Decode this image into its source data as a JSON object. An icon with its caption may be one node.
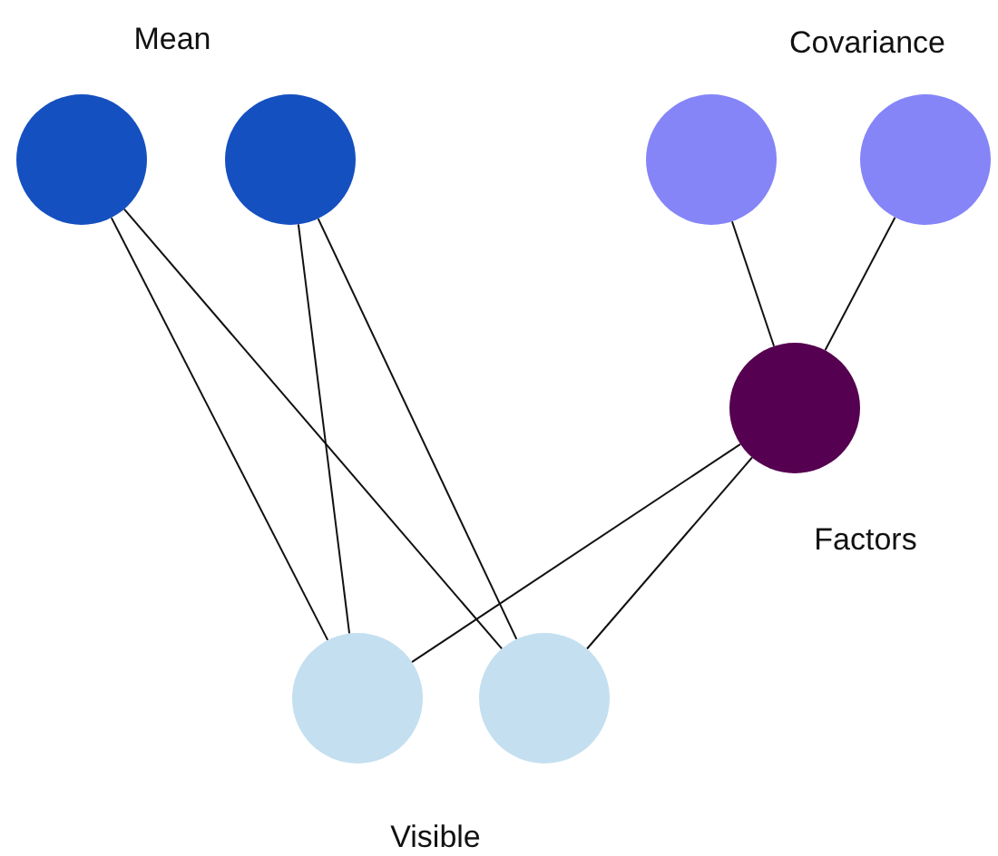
{
  "diagram": {
    "nodes": [
      {
        "text": [],
        "shape": "circle"
      },
      {
        "text": [],
        "shape": "circle"
      },
      {
        "text": [],
        "shape": "circle"
      },
      {
        "text": [],
        "shape": "circle"
      },
      {
        "text": [],
        "shape": "circle",
        "beside": [
          "Factors"
        ]
      },
      {
        "text": [],
        "shape": "circle"
      },
      {
        "text": [],
        "shape": "circle"
      }
    ],
    "edges": [
      {
        "from": 0,
        "to": 5,
        "arrow": "none"
      },
      {
        "from": 0,
        "to": 6,
        "arrow": "none"
      },
      {
        "from": 1,
        "to": 5,
        "arrow": "none"
      },
      {
        "from": 1,
        "to": 6,
        "arrow": "none"
      },
      {
        "from": 2,
        "to": 4,
        "arrow": "none"
      },
      {
        "from": 3,
        "to": 4,
        "arrow": "none"
      },
      {
        "from": 4,
        "to": 5,
        "arrow": "none"
      },
      {
        "from": 4,
        "to": 6,
        "arrow": "none"
      }
    ],
    "labels": [
      "Mean",
      "Covariance",
      "Visible"
    ]
  }
}
